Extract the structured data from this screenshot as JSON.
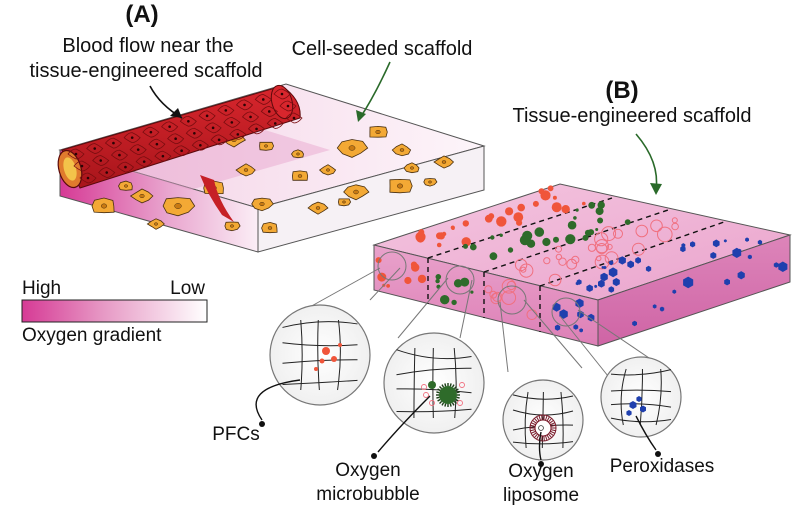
{
  "panel_a": {
    "letter": "(A)",
    "blood_flow_label_line1": "Blood flow near the",
    "blood_flow_label_line2": "tissue-engineered scaffold",
    "cell_scaffold_label": "Cell-seeded scaffold"
  },
  "panel_b": {
    "letter": "(B)",
    "scaffold_label": "Tissue-engineered scaffold"
  },
  "legend": {
    "high_label": "High",
    "low_label": "Low",
    "title": "Oxygen gradient",
    "color_high": "#d63a95",
    "color_low": "#ffffff"
  },
  "carriers": [
    {
      "name": "pfcs",
      "label_lines": [
        "PFCs"
      ],
      "color": "#f0553a"
    },
    {
      "name": "microbubble",
      "label_lines": [
        "Oxygen",
        "microbubble"
      ],
      "color": "#2e6b2a"
    },
    {
      "name": "liposome",
      "label_lines": [
        "Oxygen",
        "liposome"
      ],
      "color": "#f07080"
    },
    {
      "name": "peroxidases",
      "label_lines": [
        "Peroxidases"
      ],
      "color": "#1f3fae"
    }
  ],
  "colors": {
    "vessel": "#c62026",
    "vessel_dark": "#7a0d10",
    "cell_fill": "#f3a935",
    "cell_nucleus": "#c97a12",
    "scaffold_pink": "#e792c6"
  }
}
